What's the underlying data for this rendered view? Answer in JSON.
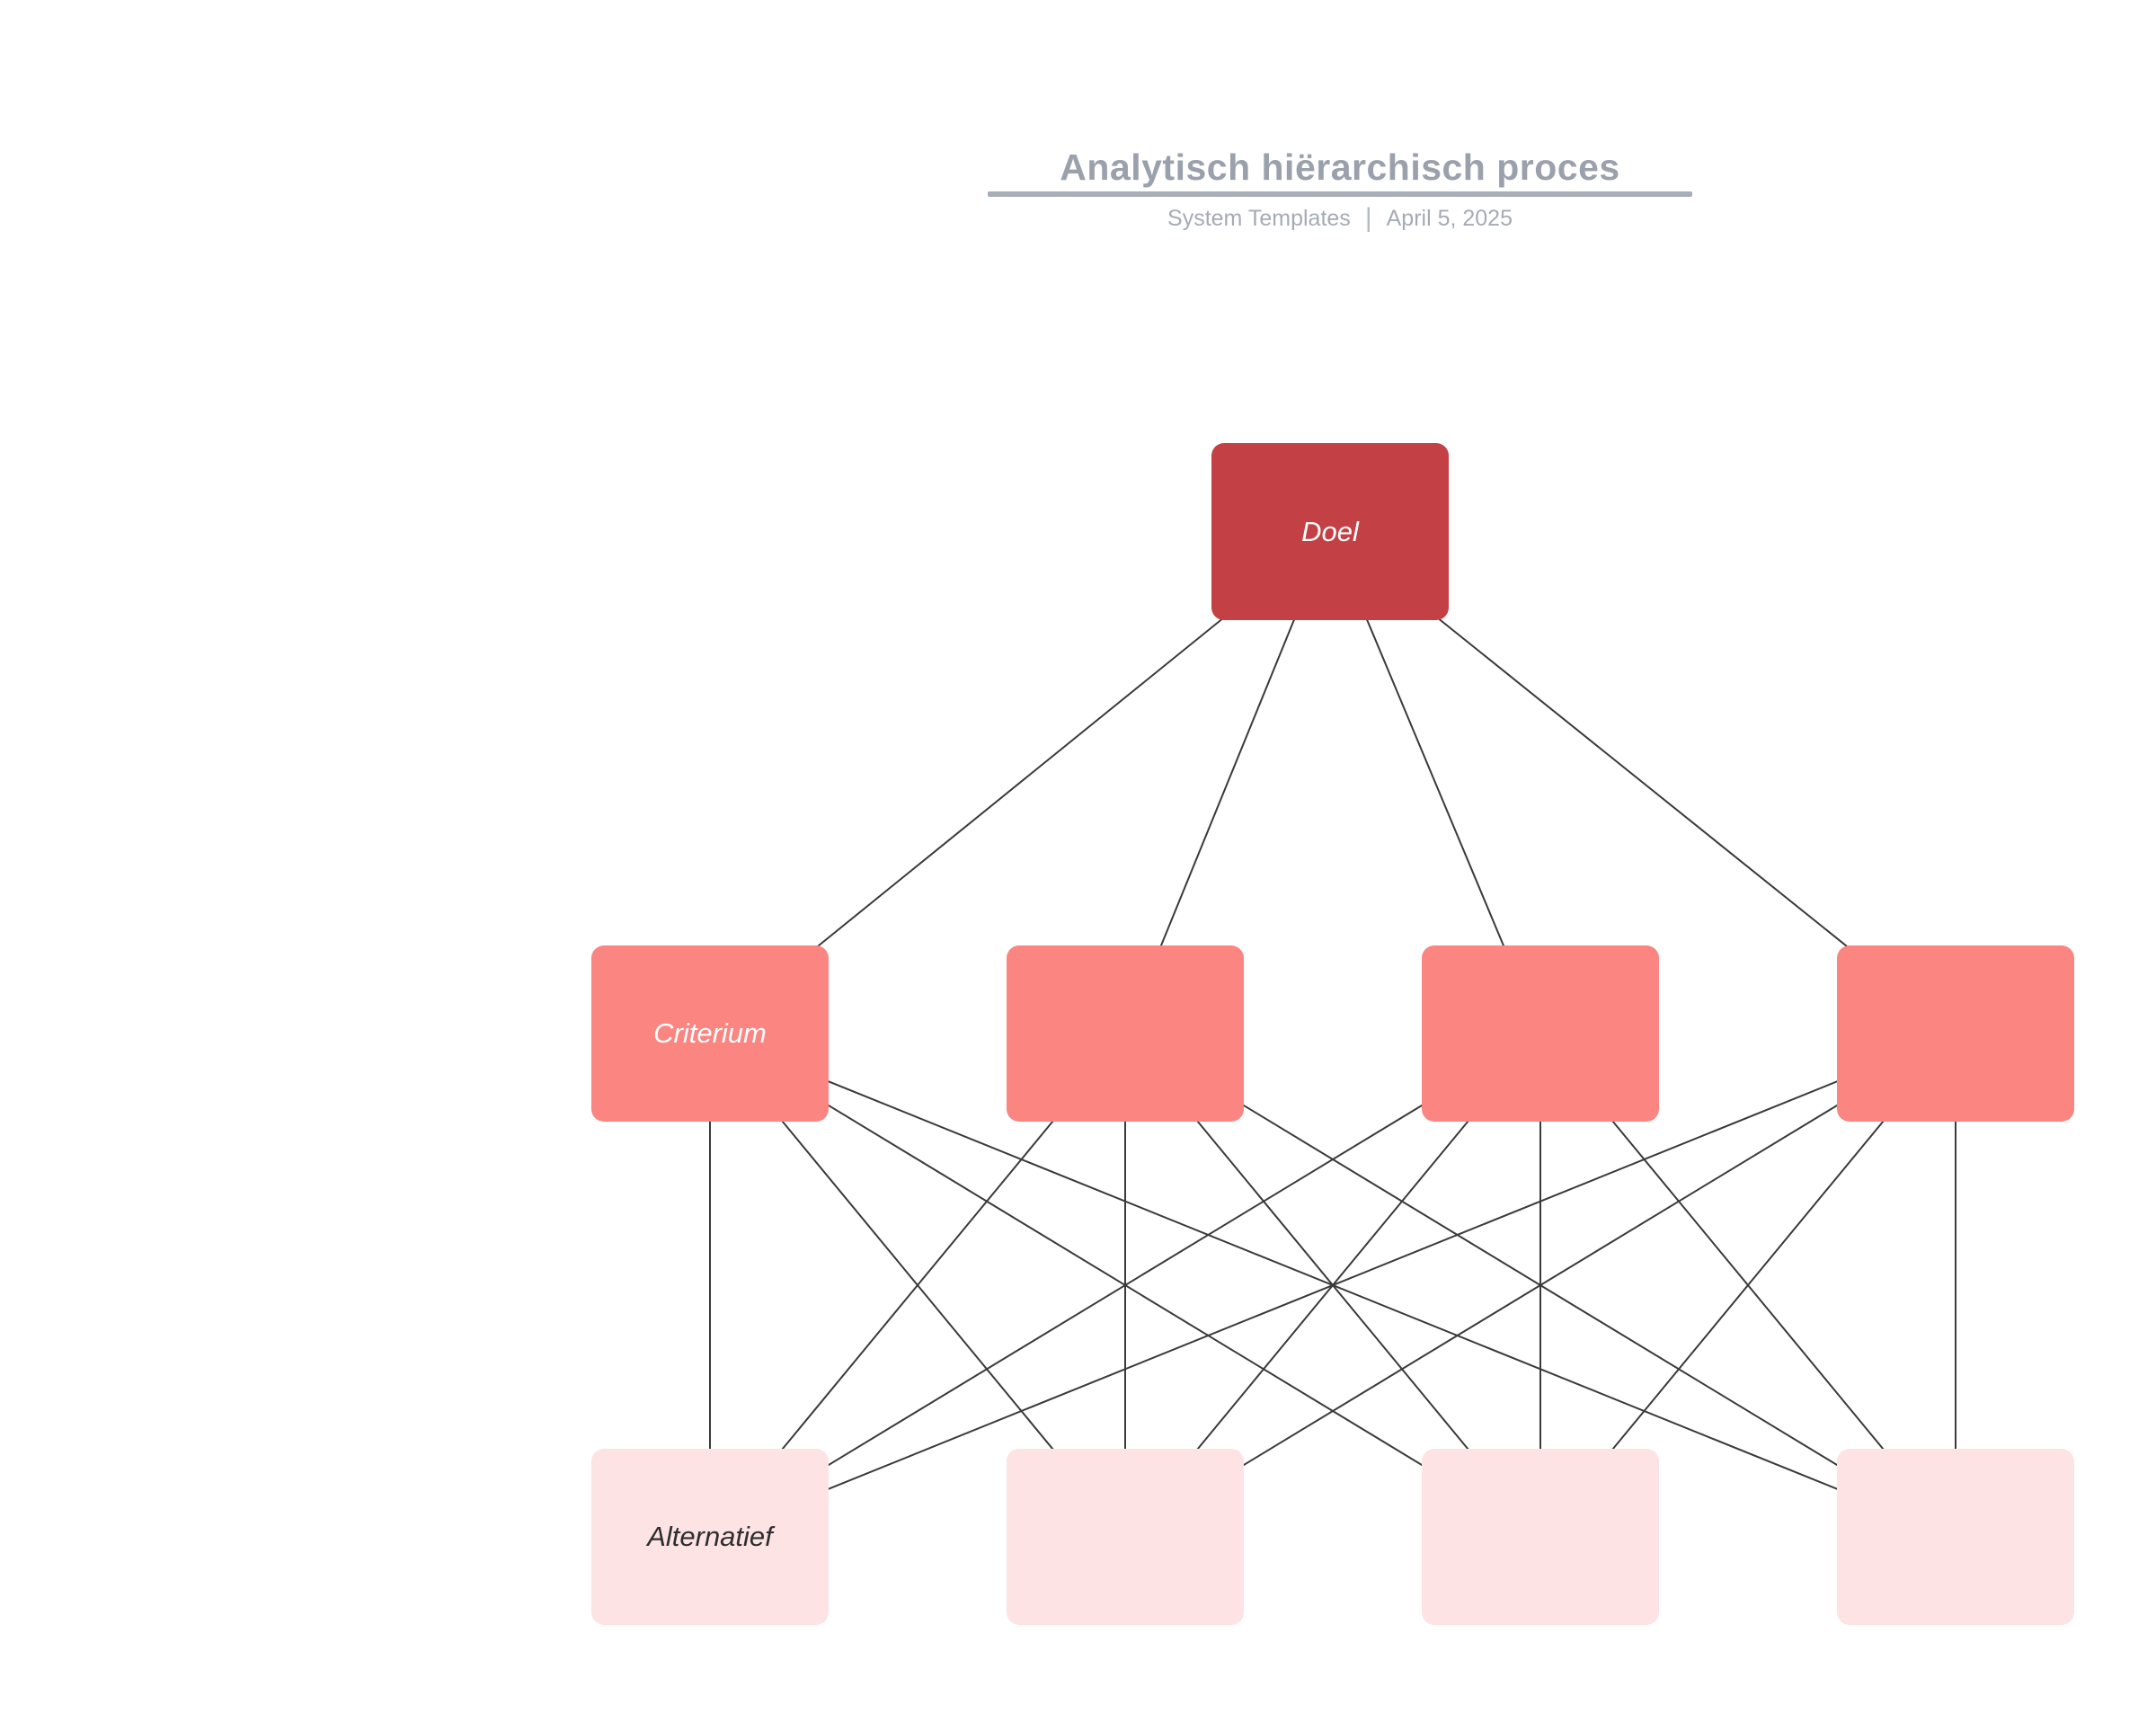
{
  "header": {
    "title": "Analytisch hiërarchisch proces",
    "subtitle_source": "System Templates",
    "subtitle_separator": "|",
    "subtitle_date": "April 5, 2025"
  },
  "diagram": {
    "nodes": [
      {
        "id": "doel",
        "label": "Doel",
        "level": "goal"
      },
      {
        "id": "crit-1",
        "label": "Criterium",
        "level": "criterion"
      },
      {
        "id": "crit-2",
        "label": "",
        "level": "criterion"
      },
      {
        "id": "crit-3",
        "label": "",
        "level": "criterion"
      },
      {
        "id": "crit-4",
        "label": "",
        "level": "criterion"
      },
      {
        "id": "alt-1",
        "label": "Alternatief",
        "level": "alternative"
      },
      {
        "id": "alt-2",
        "label": "",
        "level": "alternative"
      },
      {
        "id": "alt-3",
        "label": "",
        "level": "alternative"
      },
      {
        "id": "alt-4",
        "label": "",
        "level": "alternative"
      }
    ],
    "edges": [
      [
        "doel",
        "crit-1"
      ],
      [
        "doel",
        "crit-2"
      ],
      [
        "doel",
        "crit-3"
      ],
      [
        "doel",
        "crit-4"
      ],
      [
        "crit-1",
        "alt-1"
      ],
      [
        "crit-1",
        "alt-2"
      ],
      [
        "crit-1",
        "alt-3"
      ],
      [
        "crit-1",
        "alt-4"
      ],
      [
        "crit-2",
        "alt-1"
      ],
      [
        "crit-2",
        "alt-2"
      ],
      [
        "crit-2",
        "alt-3"
      ],
      [
        "crit-2",
        "alt-4"
      ],
      [
        "crit-3",
        "alt-1"
      ],
      [
        "crit-3",
        "alt-2"
      ],
      [
        "crit-3",
        "alt-3"
      ],
      [
        "crit-3",
        "alt-4"
      ],
      [
        "crit-4",
        "alt-1"
      ],
      [
        "crit-4",
        "alt-2"
      ],
      [
        "crit-4",
        "alt-3"
      ],
      [
        "crit-4",
        "alt-4"
      ]
    ],
    "colors": {
      "goal": "#c34044",
      "goal_text": "#ffffff",
      "criterion": "#fa8581",
      "criterion_text": "#ffffff",
      "alternative": "#fde3e3",
      "alternative_text": "#2e2e2e",
      "edge": "#3a3a3a",
      "title_text": "#9aa1ac",
      "subtitle_text": "#a5abb5",
      "rule": "#a8aeb8"
    }
  }
}
